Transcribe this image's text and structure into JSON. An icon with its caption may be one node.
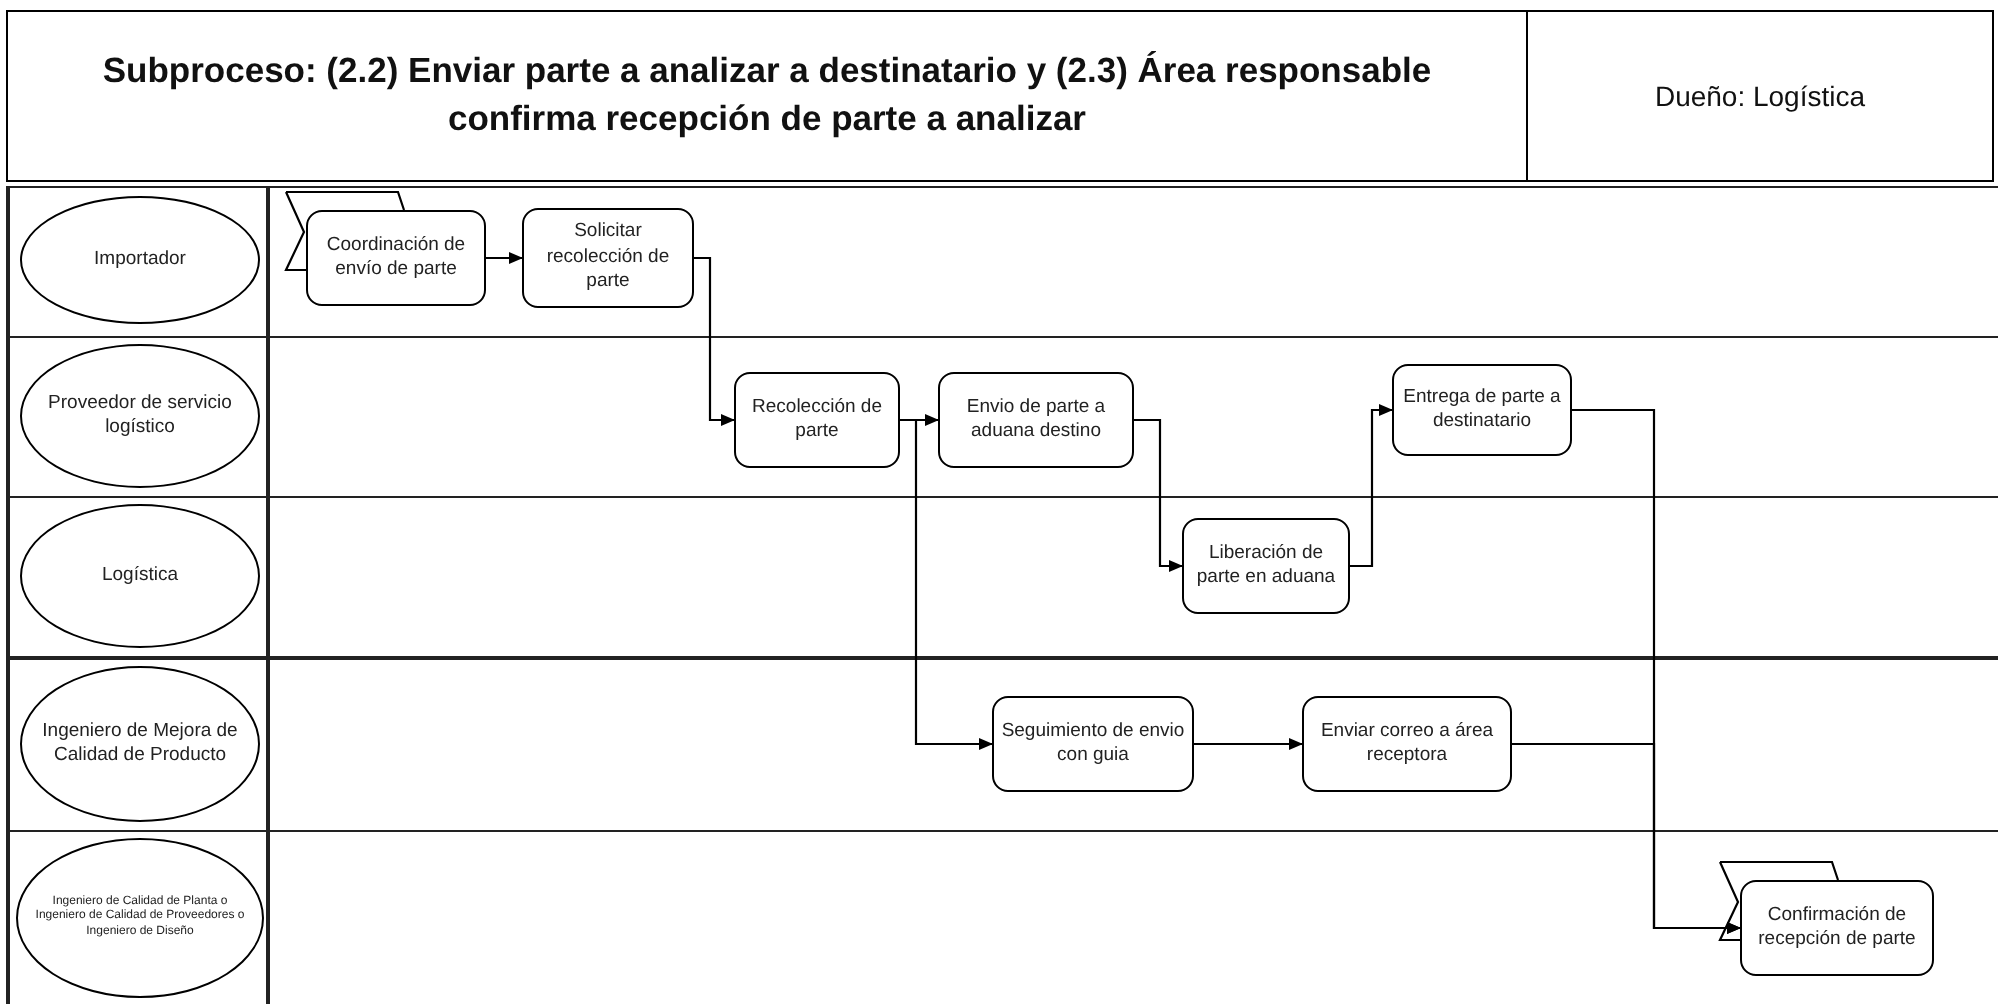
{
  "diagram": {
    "title": "Subproceso: (2.2) Enviar parte a analizar a destinatario y (2.3) Área responsable confirma recepción de parte a analizar",
    "nodes": [
      {
        "text": [
          "Importador"
        ]
      },
      {
        "text": [
          "Proveedor de servicio logístico"
        ]
      },
      {
        "text": [
          "Logística"
        ]
      },
      {
        "text": [
          "Ingeniero de Mejora de Calidad de Producto"
        ]
      },
      {
        "text": [
          "Ingeniero de Calidad de Planta o Ingeniero de Calidad de Proveedores o Ingeniero de Diseño"
        ]
      },
      {
        "text": [
          "Coordinación de envío de parte"
        ]
      },
      {
        "text": [
          "Solicitar recolección de parte"
        ]
      },
      {
        "text": [
          "Recolección de parte"
        ]
      },
      {
        "text": [
          "Envio de parte a aduana destino"
        ]
      },
      {
        "text": [
          "Liberación de parte en aduana"
        ]
      },
      {
        "text": [
          "Entrega de parte a destinatario"
        ]
      },
      {
        "text": [
          "Seguimiento de envio con guia"
        ]
      },
      {
        "text": [
          "Enviar correo a área receptora"
        ]
      },
      {
        "text": [
          "Confirmación de recepción de parte"
        ]
      }
    ],
    "edges": [
      {
        "from": 5,
        "to": 6,
        "arrow": "to"
      },
      {
        "from": 6,
        "to": 7,
        "arrow": "to"
      },
      {
        "from": 7,
        "to": 8,
        "arrow": "to"
      },
      {
        "from": 7,
        "to": 11,
        "arrow": "to"
      },
      {
        "from": 8,
        "to": 9,
        "arrow": "to"
      },
      {
        "from": 9,
        "to": 10,
        "arrow": "to"
      },
      {
        "from": 11,
        "to": 12,
        "arrow": "to"
      },
      {
        "from": 10,
        "to": 13,
        "arrow": "to"
      },
      {
        "from": 12,
        "to": 13,
        "arrow": "to"
      }
    ],
    "labels": [
      "Dueño: Logística"
    ]
  }
}
